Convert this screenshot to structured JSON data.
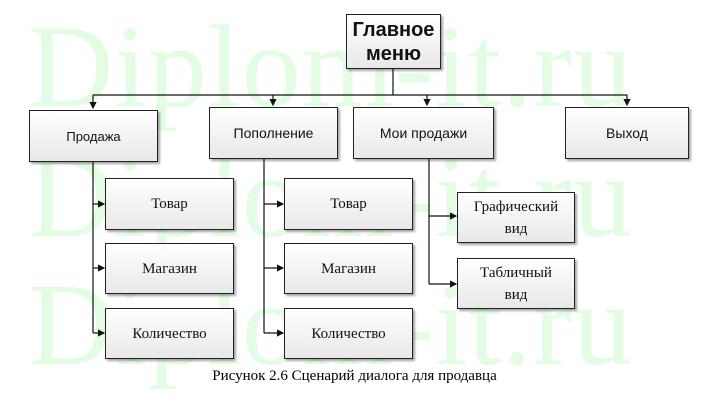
{
  "watermark": [
    "Diplom-it.ru",
    "Diplom-it.ru",
    "Diplom-it.ru"
  ],
  "root": "Главное меню",
  "level1": [
    "Продажа",
    "Пополнение",
    "Мои продажи",
    "Выход"
  ],
  "prodazha_children": [
    "Товар",
    "Магазин",
    "Количество"
  ],
  "popolnenie_children": [
    "Товар",
    "Магазин",
    "Количество"
  ],
  "moi_prodazhi_children": [
    "Графический вид",
    "Табличный вид"
  ],
  "caption": "Рисунок 2.6 Сценарий диалога для продавца"
}
